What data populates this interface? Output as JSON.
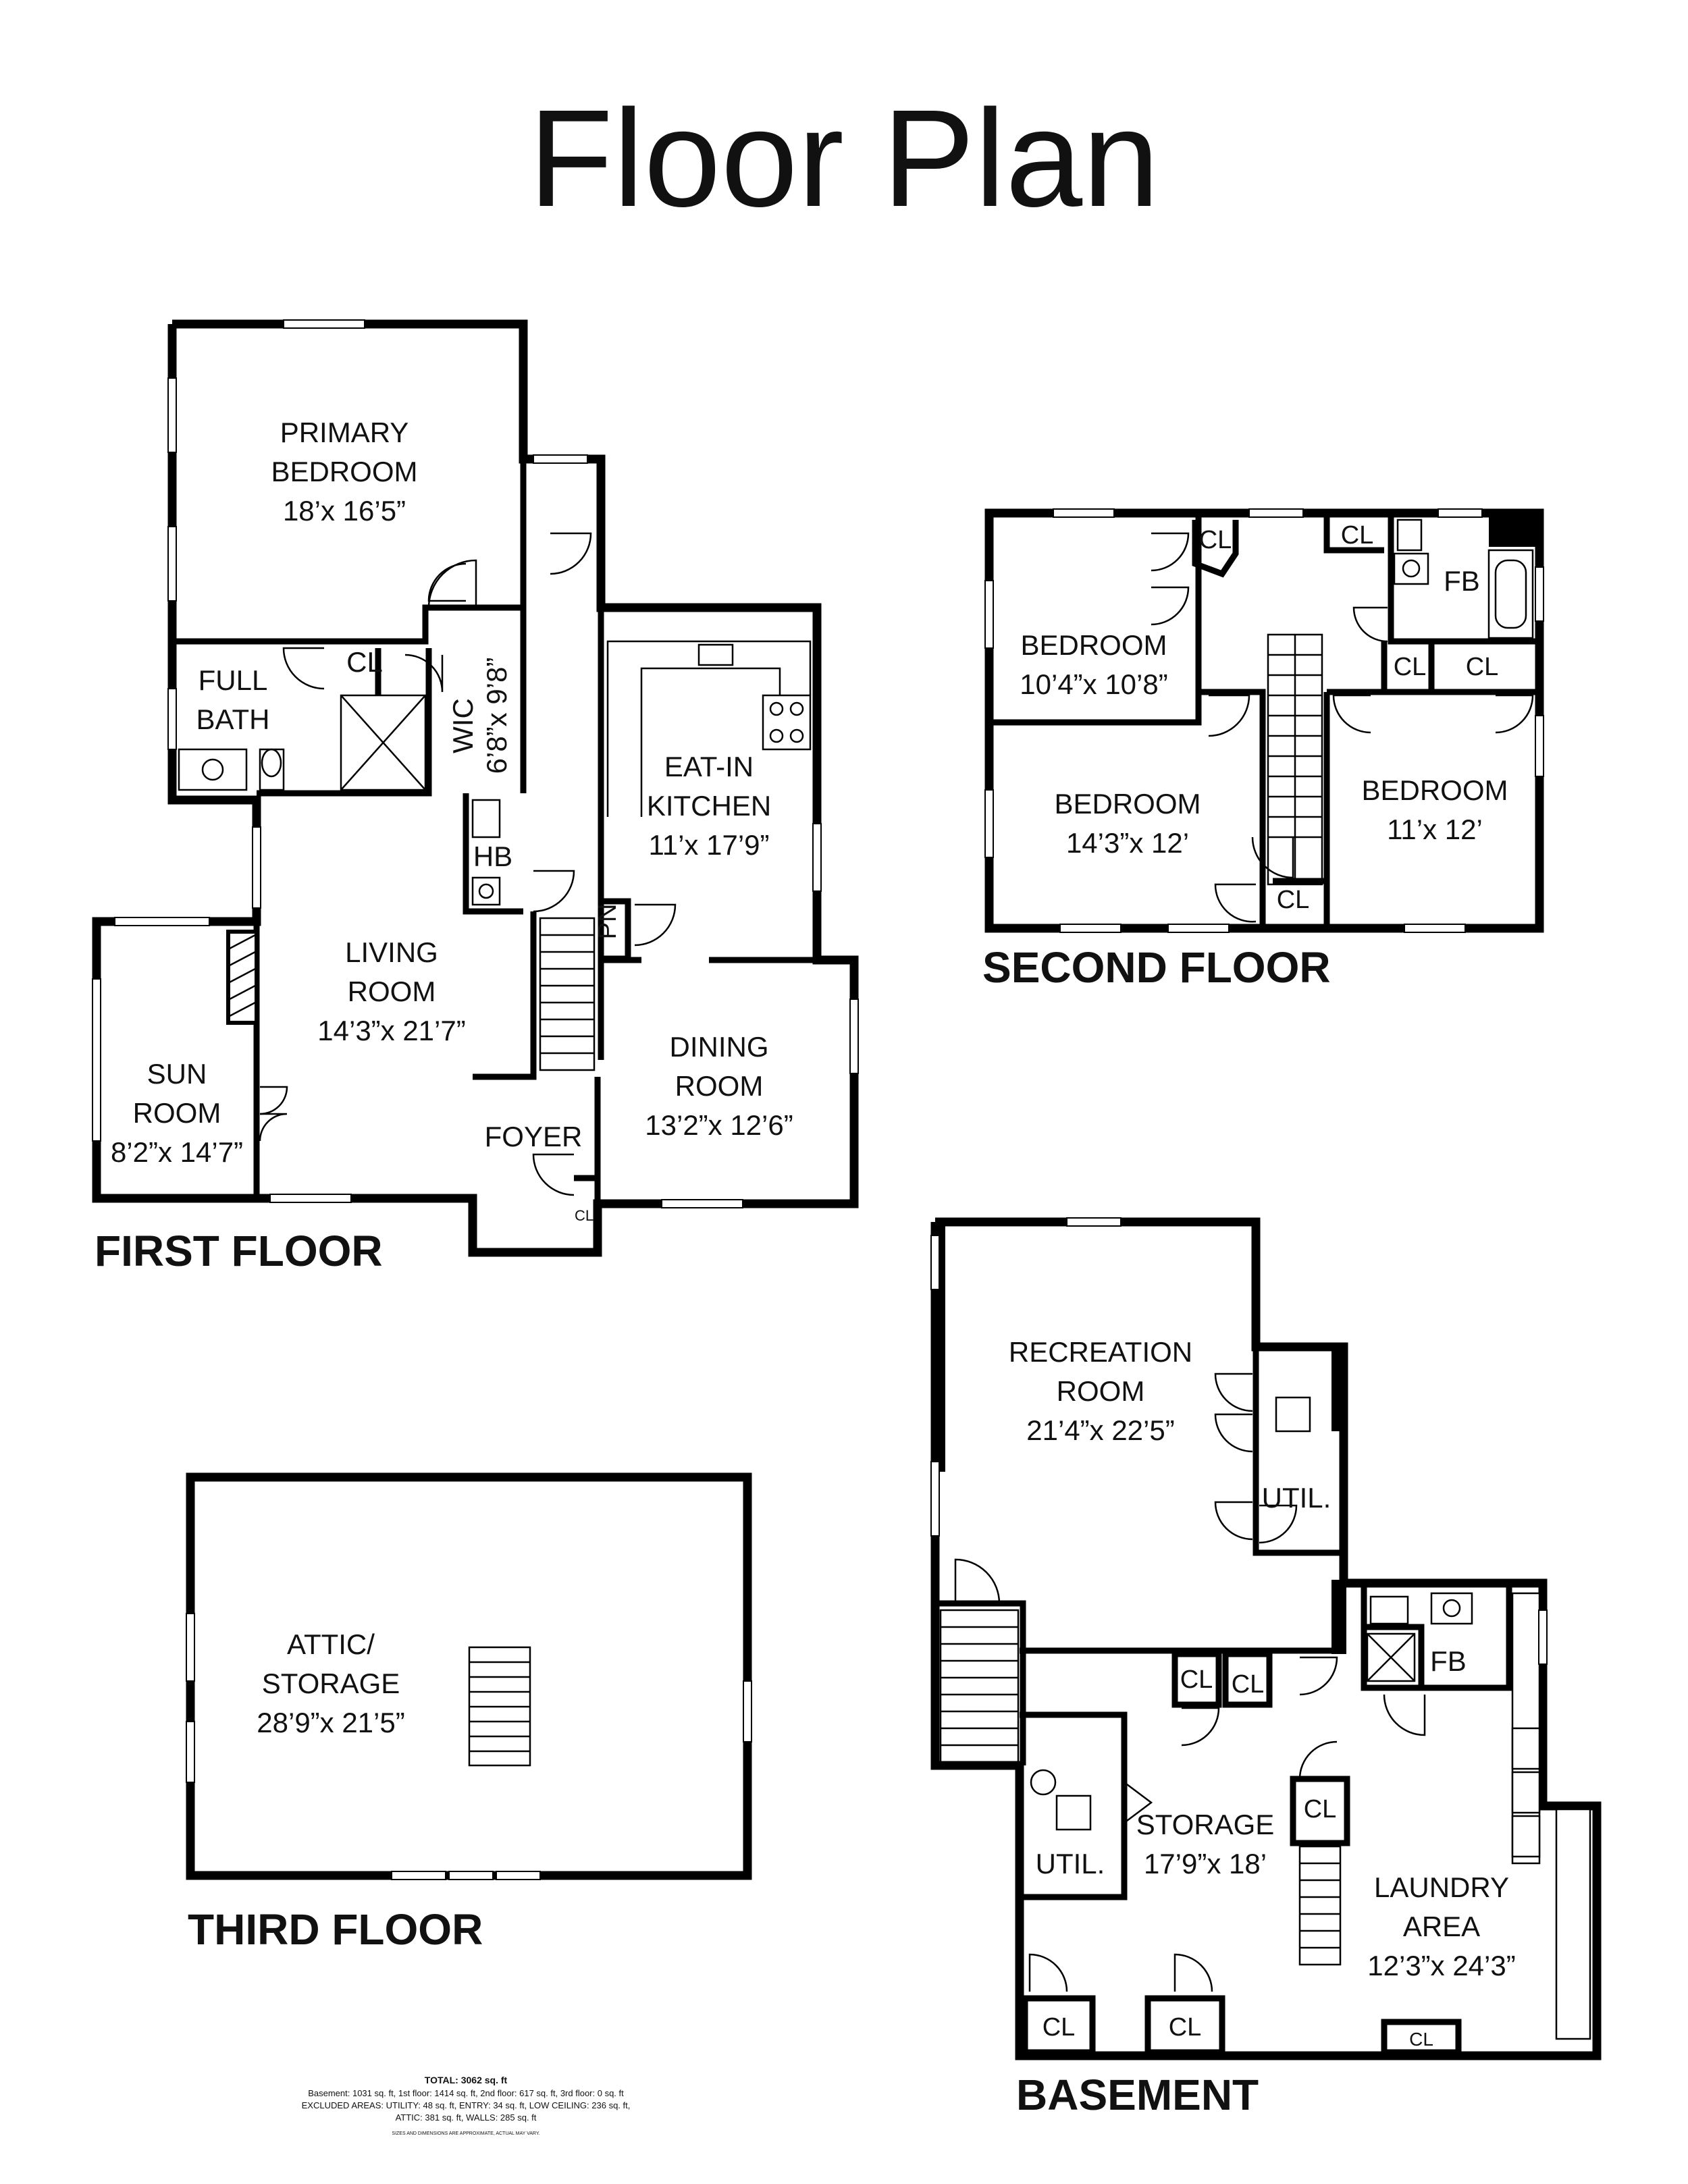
{
  "title": "Floor Plan",
  "floors": {
    "first": "FIRST FLOOR",
    "second": "SECOND FLOOR",
    "third": "THIRD FLOOR",
    "basement": "BASEMENT"
  },
  "rooms": {
    "primary_bedroom": [
      "PRIMARY",
      "BEDROOM",
      "18’x 16’5”"
    ],
    "full_bath": [
      "FULL",
      "BATH"
    ],
    "wic": [
      "WIC",
      "6’8”x 9’8”"
    ],
    "hb": "HB",
    "eat_in_kitchen": [
      "EAT-IN",
      "KITCHEN",
      "11’x 17’9”"
    ],
    "pn": "PN",
    "living_room": [
      "LIVING",
      "ROOM",
      "14’3”x 21’7”"
    ],
    "sun_room": [
      "SUN",
      "ROOM",
      "8’2”x 14’7”"
    ],
    "dining_room": [
      "DINING",
      "ROOM",
      "13’2”x 12’6”"
    ],
    "foyer": "FOYER",
    "bedroom_a": [
      "BEDROOM",
      "10’4”x 10’8”"
    ],
    "bedroom_b": [
      "BEDROOM",
      "14’3”x 12’"
    ],
    "bedroom_c": [
      "BEDROOM",
      "11’x 12’"
    ],
    "fb": "FB",
    "attic": [
      "ATTIC/",
      "STORAGE",
      "28’9”x 21’5”"
    ],
    "recreation_room": [
      "RECREATION",
      "ROOM",
      "21’4”x 22’5”"
    ],
    "util": "UTIL.",
    "storage": [
      "STORAGE",
      "17’9”x 18’"
    ],
    "laundry_area": [
      "LAUNDRY",
      "AREA",
      "12’3”x 24’3”"
    ],
    "cl": "CL"
  },
  "footer": {
    "total": "TOTAL: 3062 sq. ft",
    "line1": "Basement: 1031 sq. ft, 1st floor: 1414 sq. ft, 2nd floor: 617 sq. ft, 3rd floor: 0 sq. ft",
    "line2": "EXCLUDED AREAS: UTILITY: 48 sq. ft, ENTRY: 34 sq. ft, LOW CEILING: 236 sq. ft,",
    "line3": "ATTIC: 381 sq. ft, WALLS: 285 sq. ft",
    "disclaimer": "SIZES AND DIMENSIONS ARE APPROXIMATE, ACTUAL MAY VARY."
  }
}
